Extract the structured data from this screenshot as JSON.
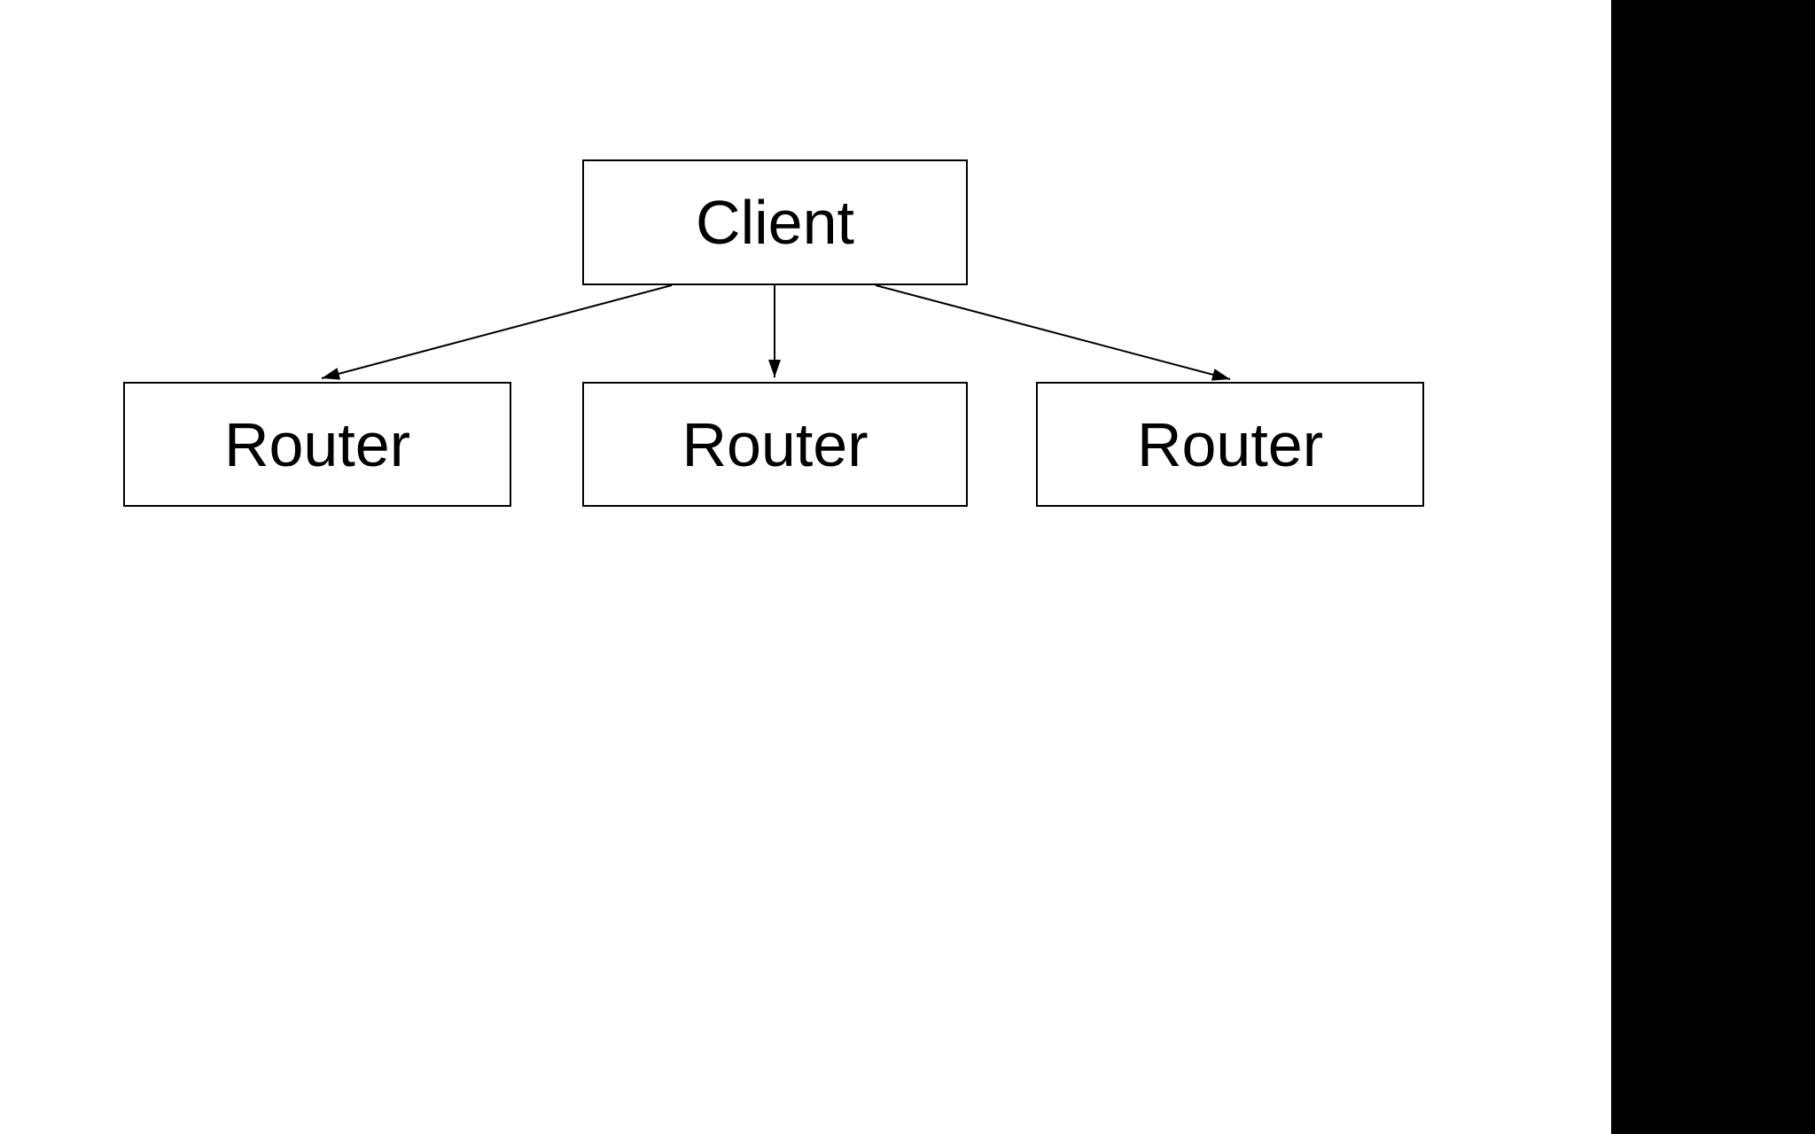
{
  "diagram": {
    "nodes": [
      {
        "id": "client",
        "label": "Client"
      },
      {
        "id": "router-1",
        "label": "Router"
      },
      {
        "id": "router-2",
        "label": "Router"
      },
      {
        "id": "router-3",
        "label": "Router"
      }
    ],
    "edges": [
      {
        "from": "client",
        "to": "router-1"
      },
      {
        "from": "client",
        "to": "router-2"
      },
      {
        "from": "client",
        "to": "router-3"
      }
    ]
  },
  "colors": {
    "background": "#ffffff",
    "node_fill": "#ffffff",
    "node_border": "#000000",
    "text": "#000000",
    "arrow": "#000000",
    "right_letterbox": "#000000"
  }
}
